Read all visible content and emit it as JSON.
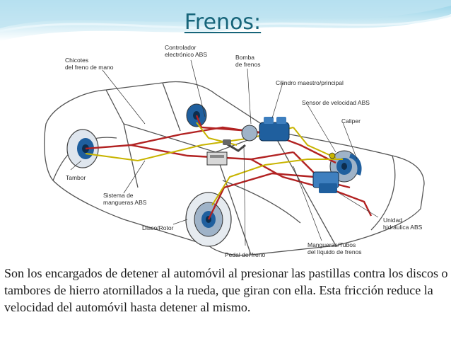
{
  "slide": {
    "title": "Frenos:",
    "body": "Son los encargados de detener al automóvil al presionar las pastillas contra los discos o tambores de hierro atornillados a la rueda, que giran con ella. Esta fricción reduce la velocidad del automóvil hasta detener al mismo."
  },
  "diagram": {
    "labels": {
      "chicotes": "Chicotes\ndel freno de mano",
      "controlador": "Controlador\nelectrónico ABS",
      "bomba": "Bomba\nde frenos",
      "cilindro": "Cilindro maestro/principal",
      "sensor": "Sensor de velocidad ABS",
      "caliper": "Caliper",
      "tambor": "Tambor",
      "sistema": "Sistema de\nmangueras ABS",
      "disco": "Disco/Rotor",
      "pedal": "Pedal del freno",
      "mangueras": "Mangueras/Tubos\ndel líquido de frenos",
      "unidad": "Unidad\nhidráulica ABS"
    }
  },
  "colors": {
    "title": "#17657a",
    "header_wave": "#a8d8ea",
    "brake_line_red": "#b22222",
    "abs_wire_yellow": "#c8b400",
    "component_blue": "#1f5f9e"
  }
}
